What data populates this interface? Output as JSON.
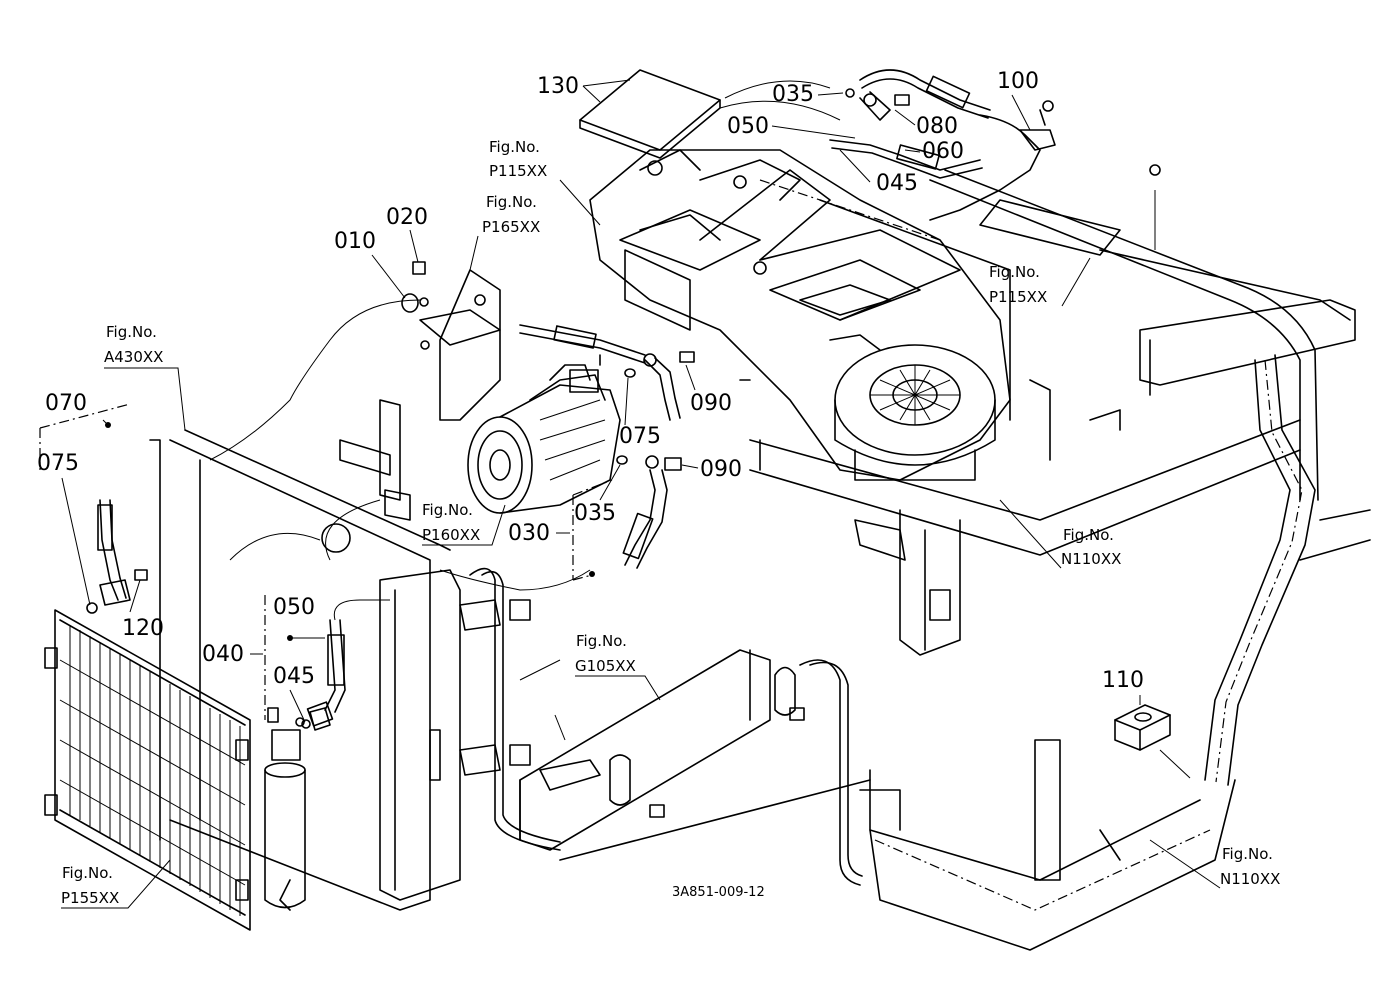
{
  "diagram_code": "3A851-009-12",
  "fig_prefix": "Fig.No.",
  "fig_refs": {
    "p115_top": "P115XX",
    "p165": "P165XX",
    "a430": "A430XX",
    "p160": "P160XX",
    "p115_right": "P115XX",
    "n110_mid": "N110XX",
    "g105": "G105XX",
    "p155": "P155XX",
    "n110_bottom": "N110XX"
  },
  "part_numbers": {
    "p130": "130",
    "p035_top": "035",
    "p100": "100",
    "p050_top": "050",
    "p080": "080",
    "p060": "060",
    "p045_top": "045",
    "p020": "020",
    "p010": "010",
    "p090_a": "090",
    "p075_mid": "075",
    "p090_b": "090",
    "p035_mid": "035",
    "p030": "030",
    "p070": "070",
    "p075_left": "075",
    "p120": "120",
    "p050_left": "050",
    "p040": "040",
    "p045_left": "045",
    "p110": "110"
  }
}
